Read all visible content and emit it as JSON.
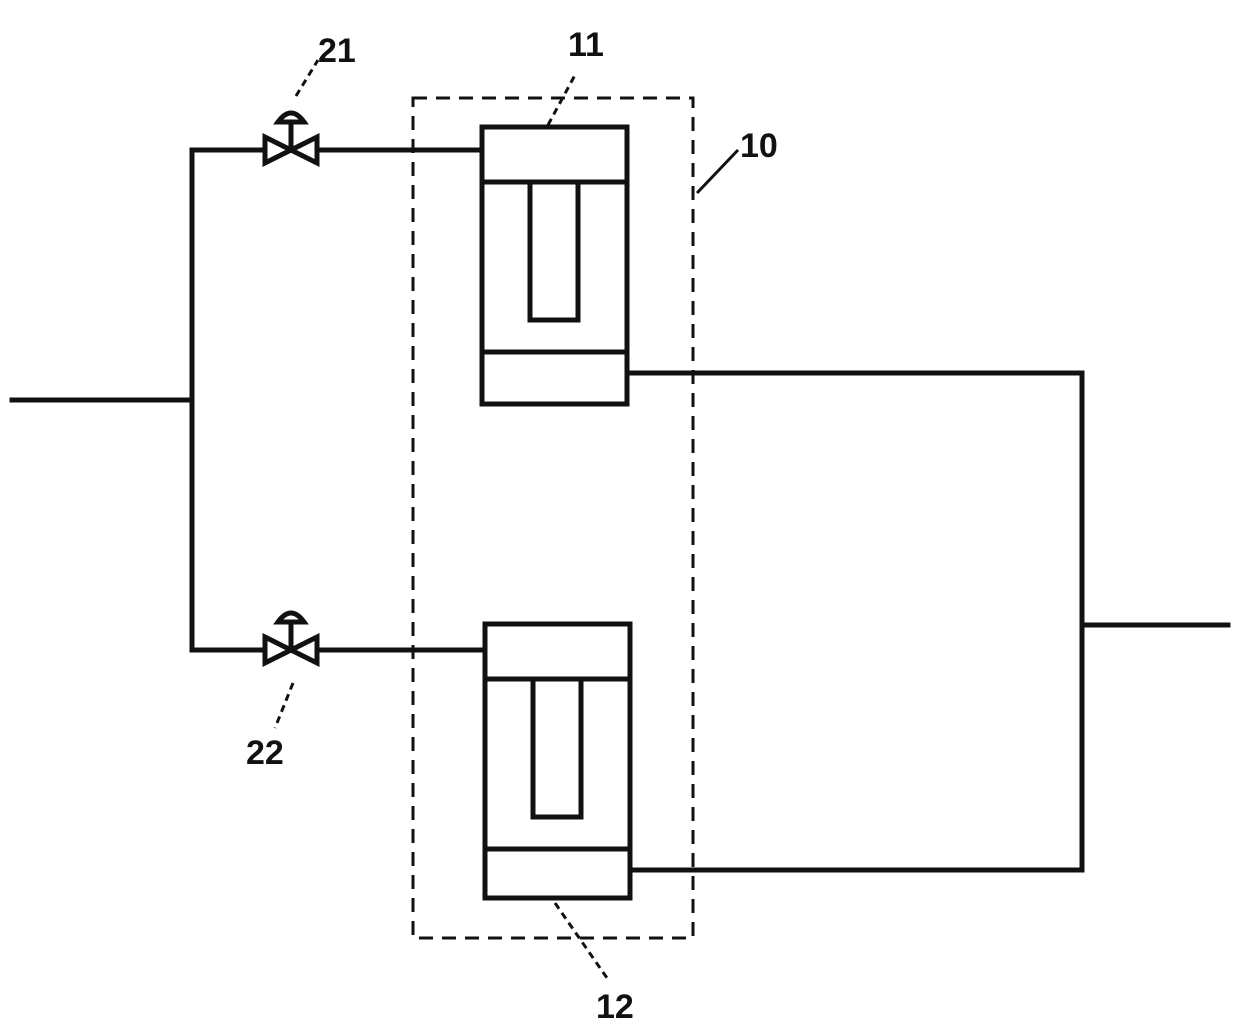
{
  "diagram": {
    "labels": {
      "group": "10",
      "unit_top": "11",
      "unit_bottom": "12",
      "valve_top": "21",
      "valve_bottom": "22"
    },
    "colors": {
      "line": "#111111",
      "background": "#ffffff"
    },
    "icons": {
      "valve": "control-valve-icon",
      "unit": "t-shaped-vessel-icon"
    }
  }
}
